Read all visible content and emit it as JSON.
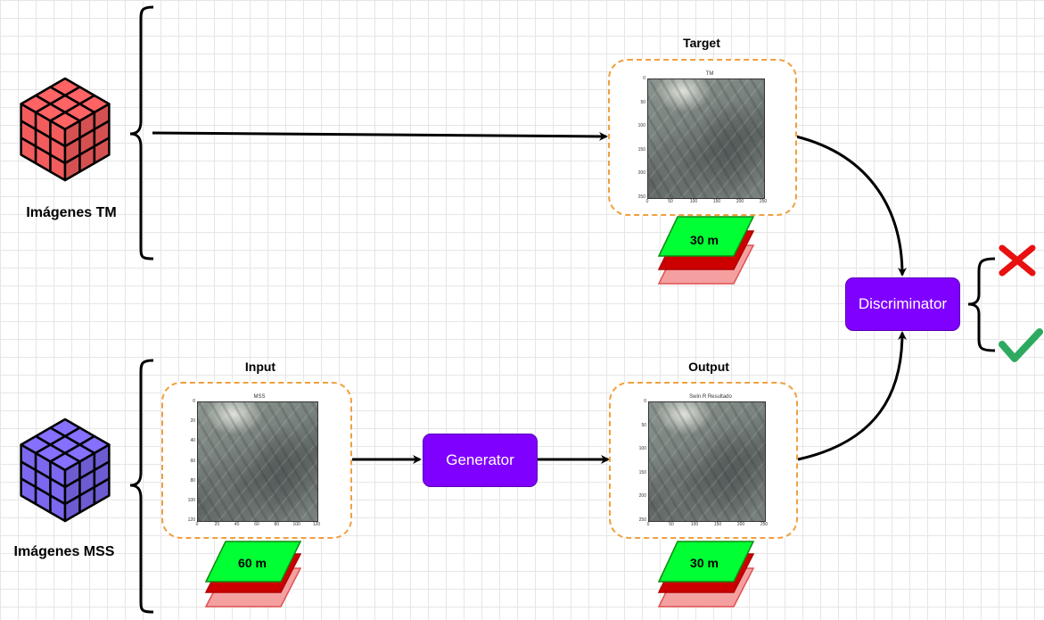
{
  "cubes": {
    "tm": {
      "label": "Imágenes TM",
      "color": "#f25c5c"
    },
    "mss": {
      "label": "Imágenes MSS",
      "color": "#7b68ee"
    }
  },
  "panels": {
    "target": {
      "title": "Target",
      "plot_title": "TM",
      "y_ticks": [
        "0",
        "50",
        "100",
        "150",
        "200",
        "250"
      ],
      "x_ticks": [
        "0",
        "50",
        "100",
        "150",
        "200",
        "250"
      ]
    },
    "input": {
      "title": "Input",
      "plot_title": "MSS",
      "y_ticks": [
        "0",
        "20",
        "40",
        "60",
        "80",
        "100",
        "120"
      ],
      "x_ticks": [
        "0",
        "20",
        "40",
        "60",
        "80",
        "100",
        "120"
      ]
    },
    "output": {
      "title": "Output",
      "plot_title": "Swin R Resultado",
      "y_ticks": [
        "0",
        "50",
        "100",
        "150",
        "200",
        "250"
      ],
      "x_ticks": [
        "0",
        "50",
        "100",
        "150",
        "200",
        "250"
      ]
    }
  },
  "badges": {
    "target": "30 m",
    "input": "60 m",
    "output": "30 m"
  },
  "blocks": {
    "generator": "Generator",
    "discriminator": "Discriminator"
  },
  "colors": {
    "block": "#7f00ff",
    "frame_border": "#f0a040",
    "badge_top": "#00ff33",
    "badge_mid": "#cc0000",
    "badge_bottom": "#f4a0a0",
    "cross": "#e81010",
    "check": "#2eaa60"
  },
  "icons": {
    "fake": "cross-icon",
    "real": "check-icon"
  }
}
